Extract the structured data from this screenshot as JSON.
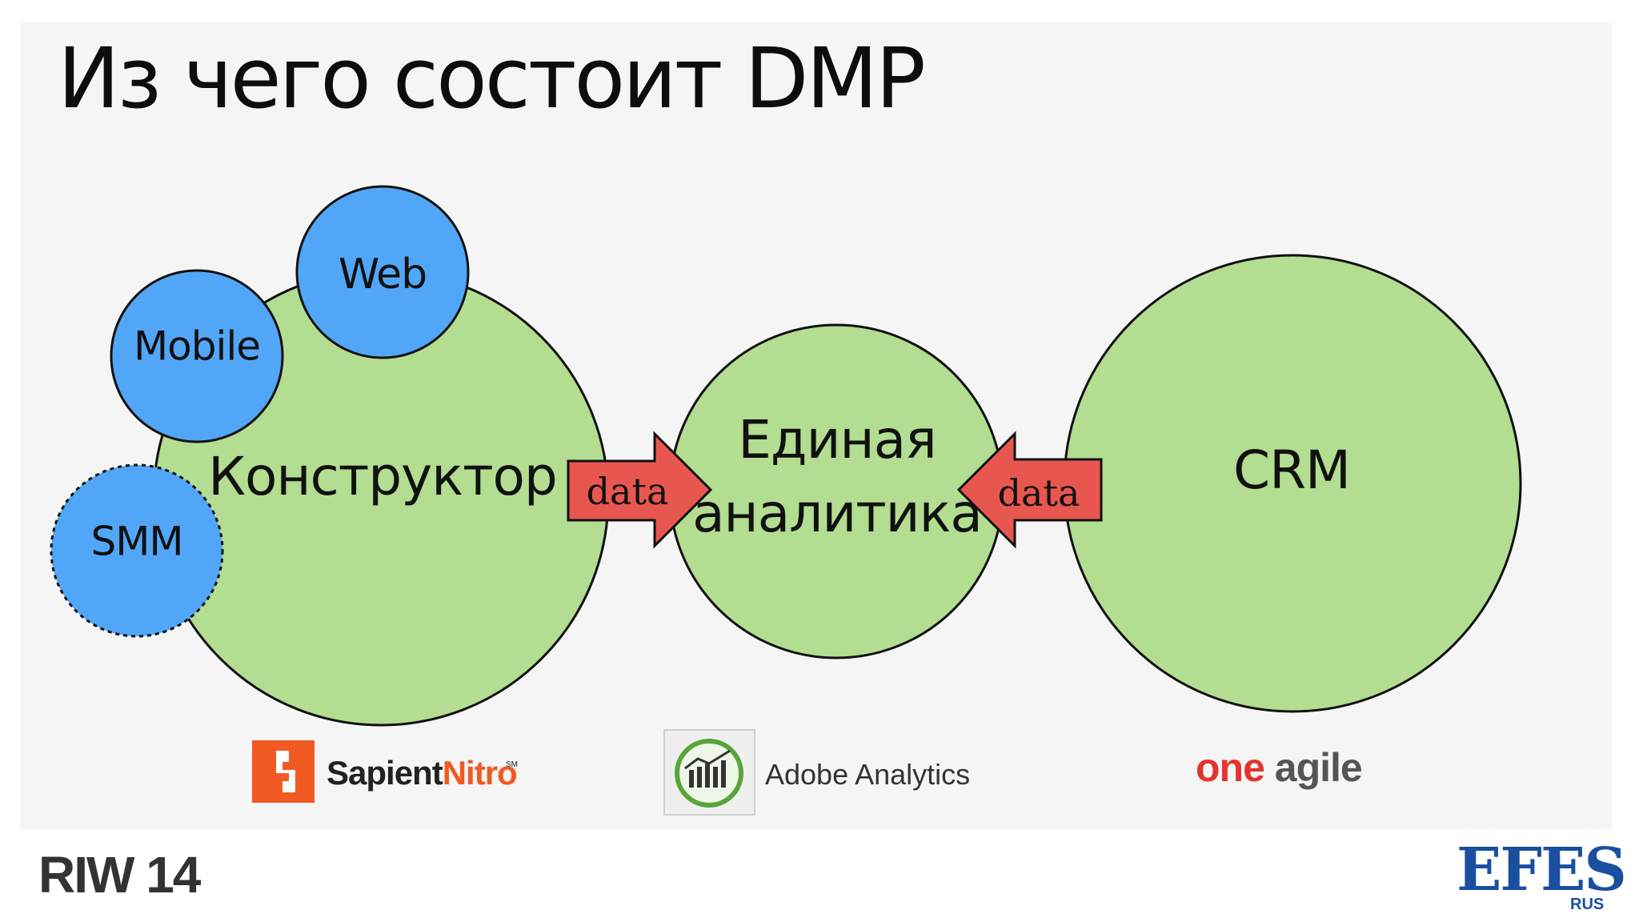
{
  "slide": {
    "title": "Из чего состоит DMP",
    "background": "#f5f5f5"
  },
  "diagram": {
    "colors": {
      "green_circle": "#b3dd91",
      "blue_circle": "#52a6f7",
      "arrow_fill": "#e8574f",
      "stroke": "#111111"
    },
    "circles": {
      "konstruktor": "Конструктор",
      "mobile": "Mobile",
      "web": "Web",
      "smm": "SMM",
      "analytics_line1": "Единая",
      "analytics_line2": "аналитика",
      "crm": "CRM"
    },
    "arrows": {
      "left_label": "data",
      "right_label": "data"
    }
  },
  "logos": {
    "sapient": {
      "text_a": "Sapient",
      "text_b": "Nitro",
      "mark": "SM",
      "brand_color": "#f15a22"
    },
    "adobe": {
      "text": "Adobe Analytics",
      "icon": "bar-chart-icon"
    },
    "oneagile": {
      "text_a": "one",
      "text_b": " agile",
      "accent_color": "#e3342f"
    }
  },
  "footer": {
    "left_logo": "RIW 14",
    "right_logo": "EFES",
    "right_logo_sub": "RUS",
    "right_logo_color": "#1a4fa0"
  }
}
